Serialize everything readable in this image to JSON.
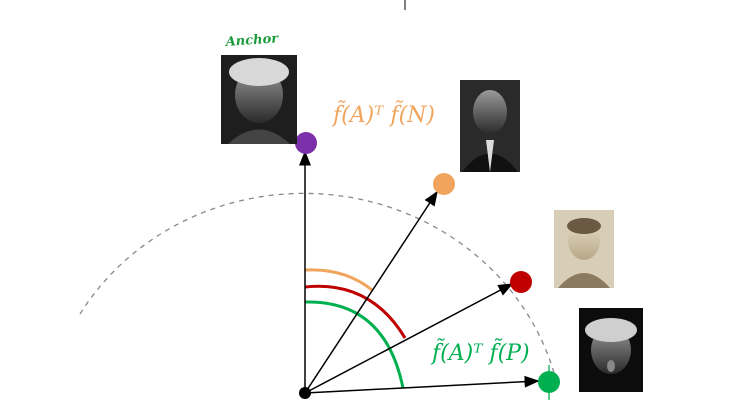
{
  "labels": {
    "anchor_handwritten": "Anchor",
    "label_negative": "f̃(A)ᵀ f̃(N)",
    "label_positive": "f̃(A)ᵀ f̃(P)"
  },
  "points": {
    "anchor": {
      "color": "#7b2fa8"
    },
    "negative": {
      "color": "#f0a45c"
    },
    "hard_negative": {
      "color": "#c00000"
    },
    "positive": {
      "color": "#00b050"
    },
    "origin": {
      "color": "#000000"
    }
  },
  "colors": {
    "negative_label": "#f0a45c",
    "positive_label": "#00b050",
    "handwriting": "#1a9a3a",
    "arc_dashes": "#888888",
    "arrows": "#000000"
  },
  "photos": {
    "anchor_photo": "portrait-photo-icon",
    "negative_photo": "portrait-photo-icon",
    "hard_negative_photo": "portrait-photo-icon",
    "positive_photo": "portrait-photo-icon"
  }
}
